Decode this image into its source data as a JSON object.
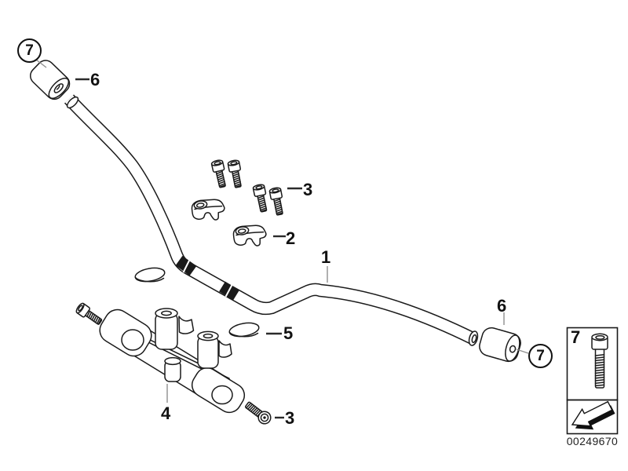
{
  "diagram": {
    "background": "#ffffff",
    "line_color": "#1a1a1a",
    "leader_color": "#8f8f8f",
    "callouts": {
      "part1": "1",
      "part2": "2",
      "part3_top": "3",
      "part3_bottom": "3",
      "part4": "4",
      "part5": "5",
      "part6_left": "6",
      "part6_right": "6",
      "part7_left": "7",
      "part7_right": "7"
    },
    "legend": {
      "item_number": "7",
      "icons": [
        "socket-head-screw-icon",
        "direction-arrow-icon"
      ]
    },
    "footer": {
      "drawing_number": "00249670"
    }
  }
}
